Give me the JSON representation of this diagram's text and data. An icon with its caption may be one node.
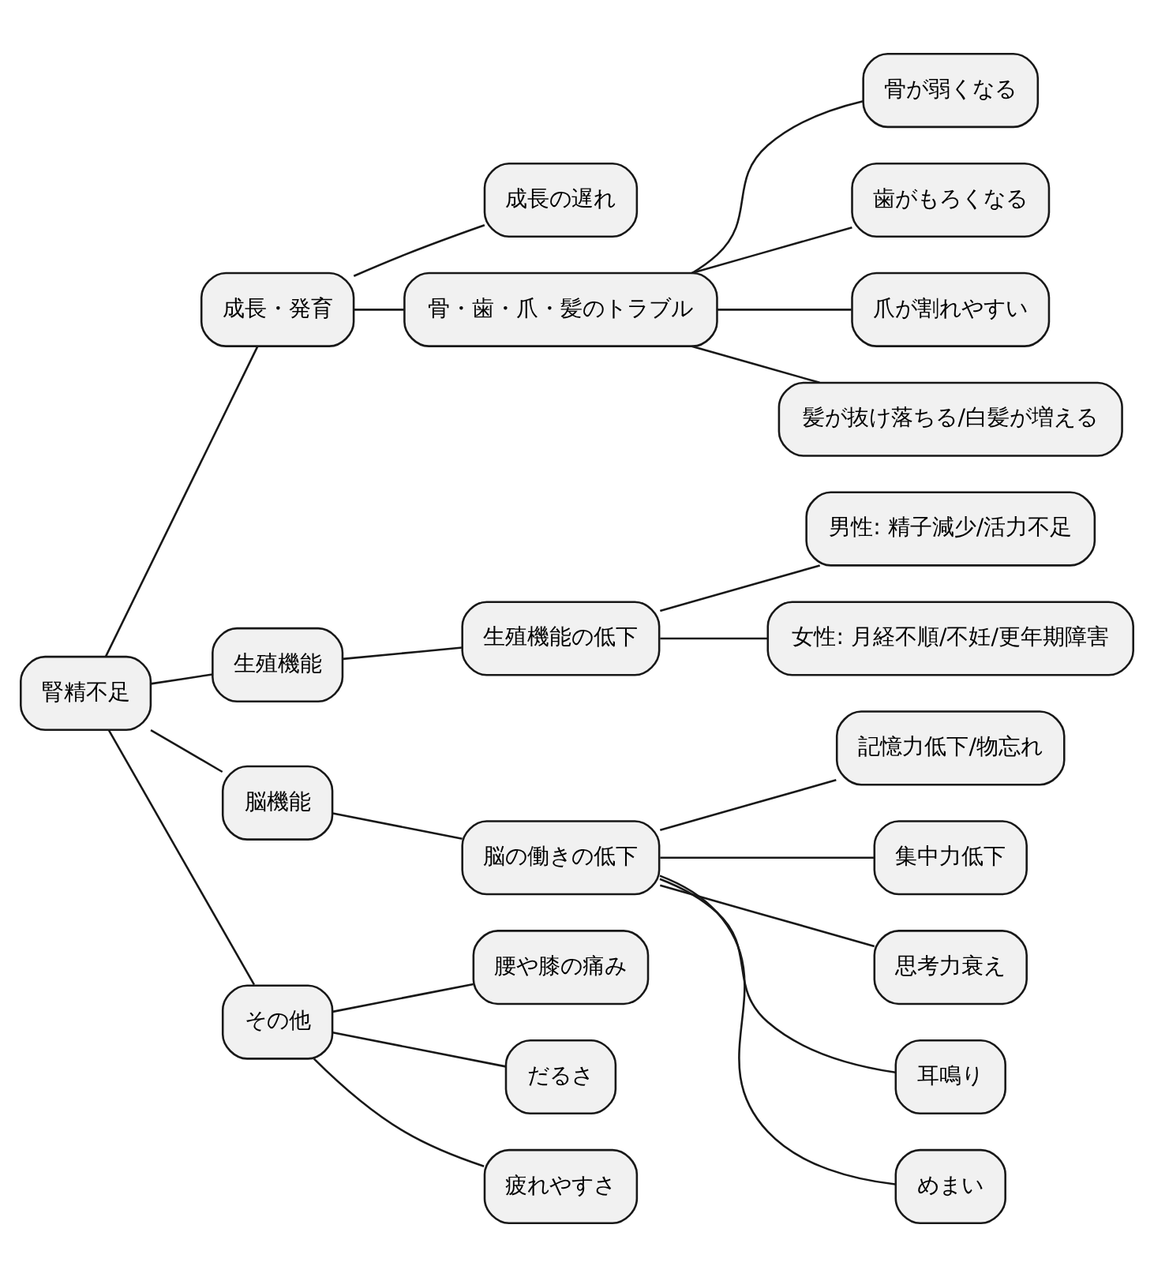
{
  "diagram": {
    "nodes": [
      {
        "text": [
          "腎精不足"
        ]
      },
      {
        "text": [
          "成長・発育"
        ]
      },
      {
        "text": [
          "成長の遅れ"
        ]
      },
      {
        "text": [
          "骨・歯・爪・髪のトラブル"
        ]
      },
      {
        "text": [
          "骨が弱くなる"
        ]
      },
      {
        "text": [
          "歯がもろくなる"
        ]
      },
      {
        "text": [
          "爪が割れやすい"
        ]
      },
      {
        "text": [
          "髪が抜け落ちる/白髪が増える"
        ]
      },
      {
        "text": [
          "生殖機能"
        ]
      },
      {
        "text": [
          "生殖機能の低下"
        ]
      },
      {
        "text": [
          "男性: 精子減少/活力不足"
        ]
      },
      {
        "text": [
          "女性: 月経不順/不妊/更年期障害"
        ]
      },
      {
        "text": [
          "脳機能"
        ]
      },
      {
        "text": [
          "脳の働きの低下"
        ]
      },
      {
        "text": [
          "記憶力低下/物忘れ"
        ]
      },
      {
        "text": [
          "集中力低下"
        ]
      },
      {
        "text": [
          "思考力衰え"
        ]
      },
      {
        "text": [
          "耳鳴り"
        ]
      },
      {
        "text": [
          "めまい"
        ]
      },
      {
        "text": [
          "その他"
        ]
      },
      {
        "text": [
          "腰や膝の痛み"
        ]
      },
      {
        "text": [
          "だるさ"
        ]
      },
      {
        "text": [
          "疲れやすさ"
        ]
      }
    ],
    "edges": [
      {
        "from": 0,
        "to": 1,
        "arrow": "none"
      },
      {
        "from": 1,
        "to": 2,
        "arrow": "none"
      },
      {
        "from": 1,
        "to": 3,
        "arrow": "none"
      },
      {
        "from": 3,
        "to": 4,
        "arrow": "none"
      },
      {
        "from": 3,
        "to": 5,
        "arrow": "none"
      },
      {
        "from": 3,
        "to": 6,
        "arrow": "none"
      },
      {
        "from": 3,
        "to": 7,
        "arrow": "none"
      },
      {
        "from": 0,
        "to": 8,
        "arrow": "none"
      },
      {
        "from": 8,
        "to": 9,
        "arrow": "none"
      },
      {
        "from": 9,
        "to": 10,
        "arrow": "none"
      },
      {
        "from": 9,
        "to": 11,
        "arrow": "none"
      },
      {
        "from": 0,
        "to": 12,
        "arrow": "none"
      },
      {
        "from": 12,
        "to": 13,
        "arrow": "none"
      },
      {
        "from": 13,
        "to": 14,
        "arrow": "none"
      },
      {
        "from": 13,
        "to": 15,
        "arrow": "none"
      },
      {
        "from": 13,
        "to": 16,
        "arrow": "none"
      },
      {
        "from": 13,
        "to": 17,
        "arrow": "none"
      },
      {
        "from": 13,
        "to": 18,
        "arrow": "none"
      },
      {
        "from": 0,
        "to": 19,
        "arrow": "none"
      },
      {
        "from": 19,
        "to": 20,
        "arrow": "none"
      },
      {
        "from": 19,
        "to": 21,
        "arrow": "none"
      },
      {
        "from": 19,
        "to": 22,
        "arrow": "none"
      }
    ]
  }
}
